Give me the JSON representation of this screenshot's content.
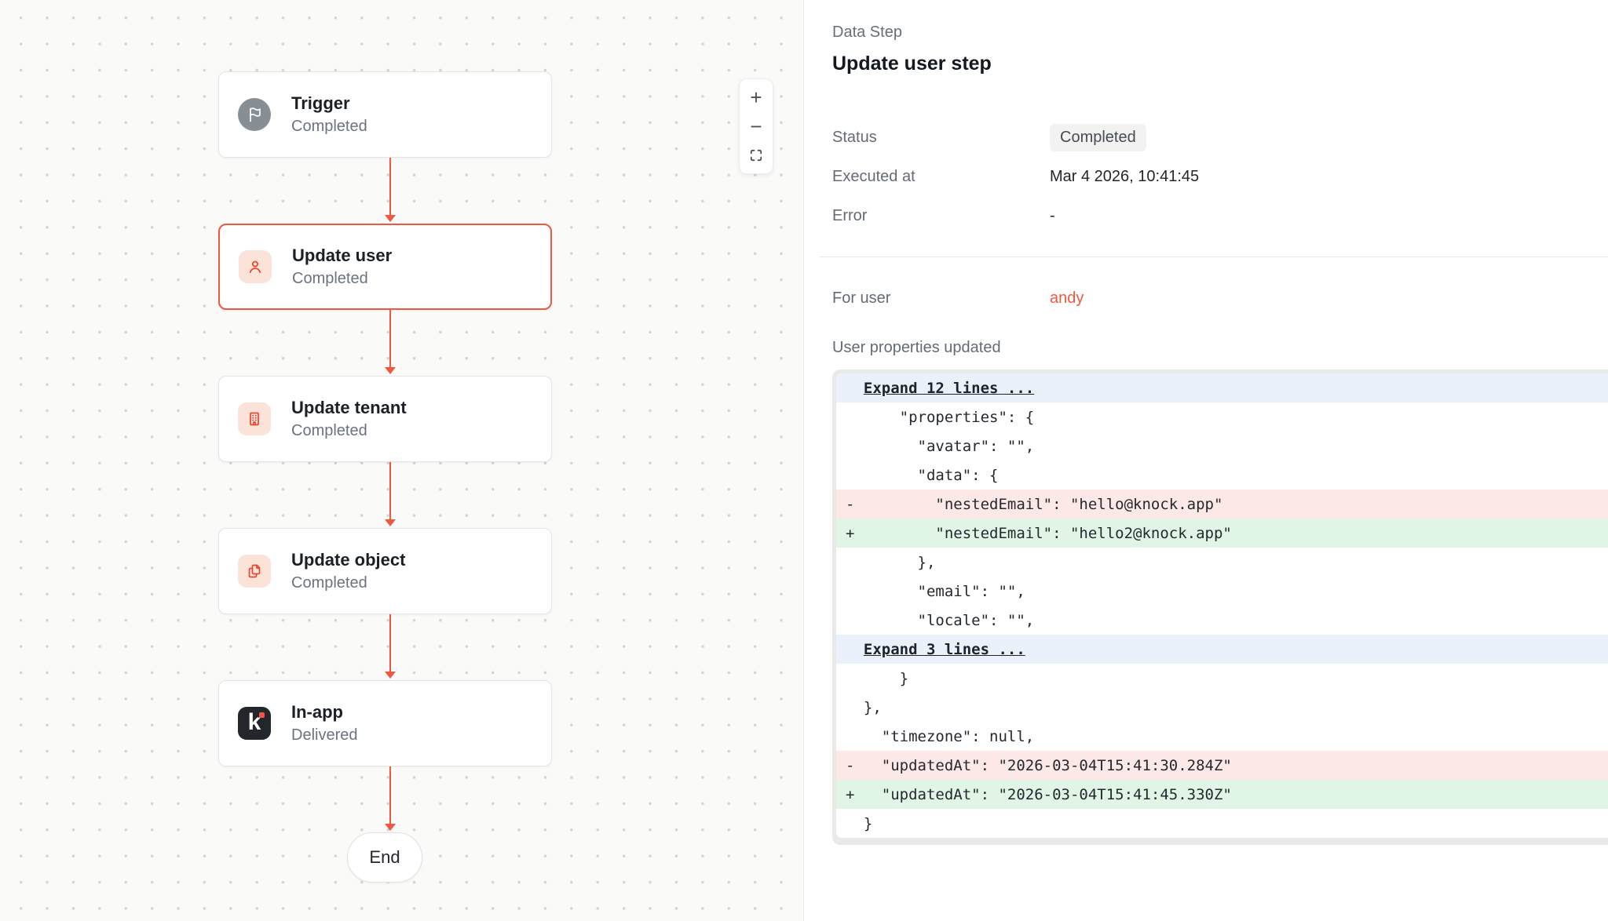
{
  "colors": {
    "accent": "#ee5740",
    "removed_bg": "#fce8e6",
    "added_bg": "#e1f5e6",
    "expand_bg": "#eaf1fa"
  },
  "canvas": {
    "nodes": [
      {
        "title": "Trigger",
        "status": "Completed",
        "icon": "flag-icon"
      },
      {
        "title": "Update user",
        "status": "Completed",
        "icon": "user-icon"
      },
      {
        "title": "Update tenant",
        "status": "Completed",
        "icon": "building-icon"
      },
      {
        "title": "Update object",
        "status": "Completed",
        "icon": "copy-icon"
      },
      {
        "title": "In-app",
        "status": "Delivered",
        "icon": "knock-logo-icon",
        "logo_letter": "k"
      }
    ],
    "end_label": "End",
    "zoom_controls": {
      "zoom_in": "+",
      "zoom_out": "−",
      "fit": "fit-view-icon"
    }
  },
  "panel": {
    "eyebrow": "Data Step",
    "title": "Update user step",
    "fields": [
      {
        "label": "Status",
        "value": "Completed"
      },
      {
        "label": "Executed at",
        "value": "Mar 4 2026, 10:41:45"
      },
      {
        "label": "Error",
        "value": "-"
      }
    ],
    "user_field": {
      "label": "For user",
      "value": "andy"
    },
    "diff_label": "User properties updated",
    "diff": {
      "rows": [
        {
          "type": "expand",
          "text": "Expand 12 lines ..."
        },
        {
          "type": "context",
          "text": "      \"properties\": {"
        },
        {
          "type": "context",
          "text": "        \"avatar\": \"\","
        },
        {
          "type": "context",
          "text": "        \"data\": {"
        },
        {
          "type": "removed",
          "text": "-         \"nestedEmail\": \"hello@knock.app\""
        },
        {
          "type": "added",
          "text": "+         \"nestedEmail\": \"hello2@knock.app\""
        },
        {
          "type": "context",
          "text": "        },"
        },
        {
          "type": "context",
          "text": "        \"email\": \"\","
        },
        {
          "type": "context",
          "text": "        \"locale\": \"\","
        },
        {
          "type": "expand",
          "text": "Expand 3 lines ..."
        },
        {
          "type": "context",
          "text": "      }"
        },
        {
          "type": "context",
          "text": "  },"
        },
        {
          "type": "context",
          "text": "    \"timezone\": null,"
        },
        {
          "type": "removed",
          "text": "-   \"updatedAt\": \"2026-03-04T15:41:30.284Z\""
        },
        {
          "type": "added",
          "text": "+   \"updatedAt\": \"2026-03-04T15:41:45.330Z\""
        },
        {
          "type": "context",
          "text": "  }"
        }
      ]
    }
  }
}
